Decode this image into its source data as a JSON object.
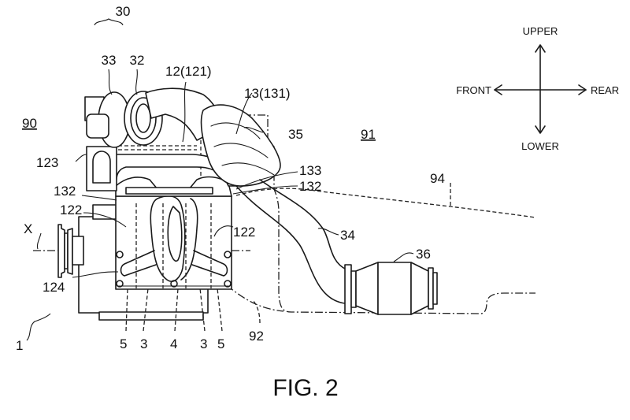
{
  "figure": {
    "caption": "FIG. 2"
  },
  "compass": {
    "upper": "UPPER",
    "lower": "LOWER",
    "front": "FRONT",
    "rear": "REAR"
  },
  "regions": {
    "r90": "90",
    "r91": "91"
  },
  "labels": {
    "l30": "30",
    "l33": "33",
    "l32": "32",
    "l12": "12(121)",
    "l13": "13(131)",
    "l35": "35",
    "l123": "123",
    "l133": "133",
    "l132_right": "132",
    "l132_left": "132",
    "l122_left": "122",
    "l122_right": "122",
    "lX": "X",
    "l34": "34",
    "l36": "36",
    "l94": "94",
    "l124": "124",
    "l1": "1",
    "l92": "92",
    "bottom": [
      "5",
      "3",
      "4",
      "3",
      "5"
    ]
  }
}
